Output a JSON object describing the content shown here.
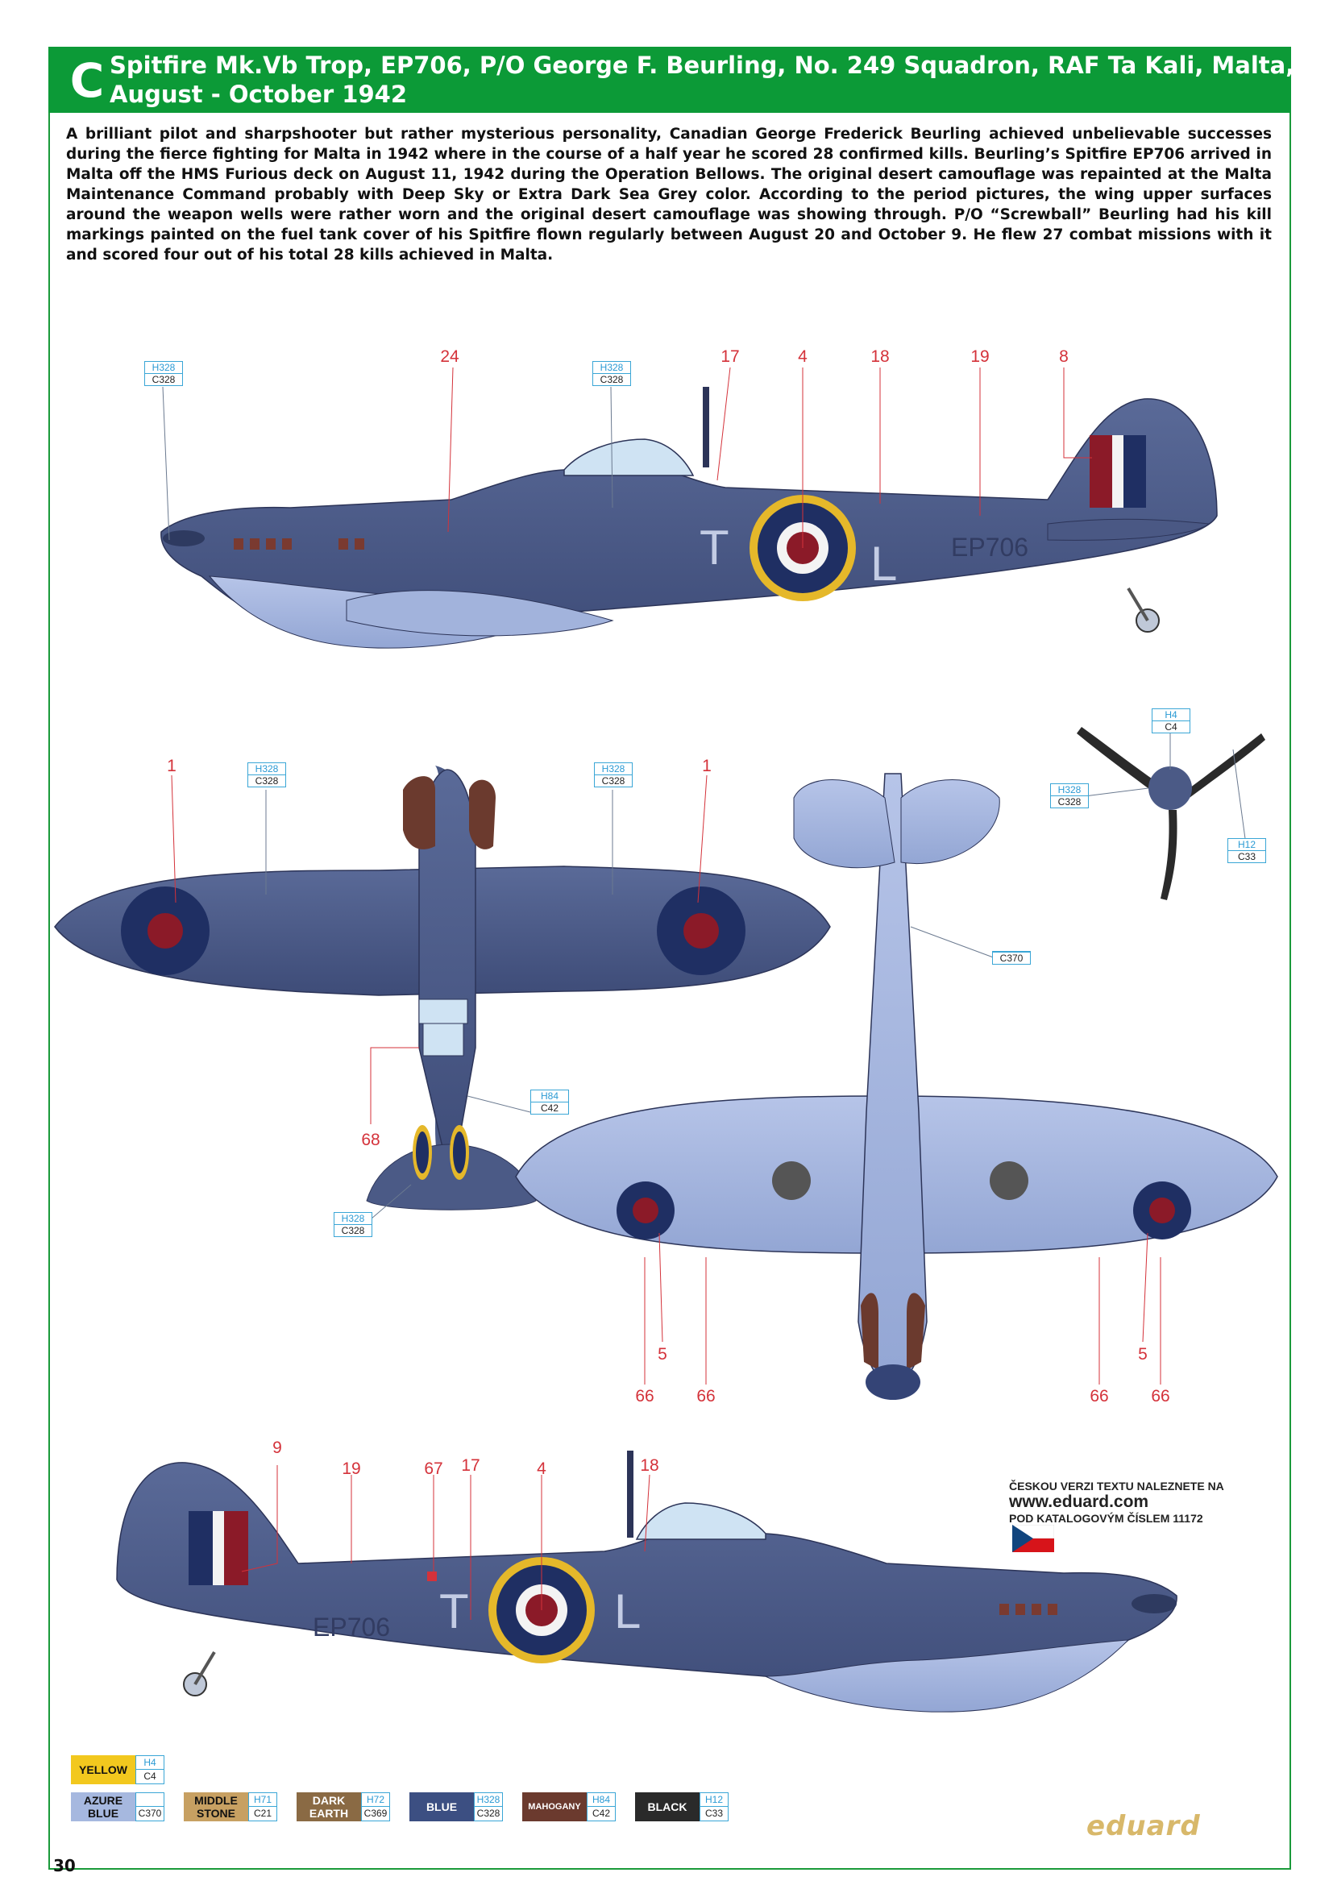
{
  "header": {
    "letter": "C",
    "title_line1": "Spitfire Mk.Vb Trop, EP706, P/O George F. Beurling, No. 249 Squadron, RAF Ta Kali, Malta,",
    "title_line2": "August - October 1942"
  },
  "description": "A brilliant pilot and sharpshooter but rather mysterious personality, Canadian George Frederick Beurling achieved unbelievable successes during the fierce fighting for Malta in 1942 where in the course of a half year he scored 28 confirmed kills. Beurling’s Spitfire EP706 arrived in Malta off the HMS Furious deck on August 11, 1942 during the Operation Bellows. The original desert camouflage was repainted at the Malta Maintenance Command probably with Deep Sky or Extra Dark Sea Grey color. According to the period pictures, the wing upper surfaces around the weapon wells were rather worn and the original desert camouflage was showing through. P/O “Screwball” Beurling had his kill markings painted on the fuel tank cover of his Spitfire flown regularly between August 20 and October 9. He flew 27 combat missions with it and scored four out of his total 28 kills achieved in Malta.",
  "aircraft_markings": {
    "left_code": "T",
    "right_code": "L",
    "serial": "EP706"
  },
  "callouts": {
    "side1": [
      "24",
      "17",
      "4",
      "18",
      "19",
      "8"
    ],
    "top_left": "1",
    "top_right": "1",
    "top_68": "68",
    "bottom_5_left": "5",
    "bottom_5_right": "5",
    "bottom_66": [
      "66",
      "66",
      "66",
      "66"
    ],
    "side2": [
      "9",
      "19",
      "67",
      "17",
      "4",
      "18"
    ]
  },
  "paint_refs": {
    "p1": {
      "h": "H328",
      "c": "C328"
    },
    "p2": {
      "h": "H328",
      "c": "C328"
    },
    "p3": {
      "h": "H4",
      "c": "C4"
    },
    "p4": {
      "h": "H328",
      "c": "C328"
    },
    "p5": {
      "h": "H12",
      "c": "C33"
    },
    "p6": {
      "h": "H328",
      "c": "C328"
    },
    "p7": {
      "h": "H328",
      "c": "C328"
    },
    "p8": {
      "h": "",
      "c": "C370"
    },
    "p9": {
      "h": "H84",
      "c": "C42"
    },
    "p10": {
      "h": "H328",
      "c": "C328"
    }
  },
  "czech_note": {
    "line1": "ČESKOU VERZI TEXTU NALEZNETE NA",
    "url": "www.eduard.com",
    "line3": "POD KATALOGOVÝM ČÍSLEM 11172"
  },
  "legend": [
    {
      "name": "YELLOW",
      "h": "H4",
      "c": "C4",
      "color": "#f2c81e"
    },
    {
      "name": "AZURE BLUE",
      "h": "",
      "c": "C370",
      "color": "#a6b8df"
    },
    {
      "name": "MIDDLE STONE",
      "h": "H71",
      "c": "C21",
      "color": "#c7a062"
    },
    {
      "name": "DARK EARTH",
      "h": "H72",
      "c": "C369",
      "color": "#8a6a44"
    },
    {
      "name": "BLUE",
      "h": "H328",
      "c": "C328",
      "color": "#3c4f82"
    },
    {
      "name": "MAHOGANY",
      "h": "H84",
      "c": "C42",
      "color": "#6b3a2e"
    },
    {
      "name": "BLACK",
      "h": "H12",
      "c": "C33",
      "color": "#2a2a2a"
    }
  ],
  "page_number": "30",
  "logo": "eduard",
  "colors": {
    "header_green": "#0c9a37",
    "callout_red": "#d4323a",
    "paint_blue": "#2a9ad4",
    "upper_camo": "#4b5a86",
    "under_azure": "#a6b8df",
    "roundel_blue": "#1f2f63",
    "roundel_red": "#8b1a28",
    "roundel_yellow": "#e5b82a"
  }
}
